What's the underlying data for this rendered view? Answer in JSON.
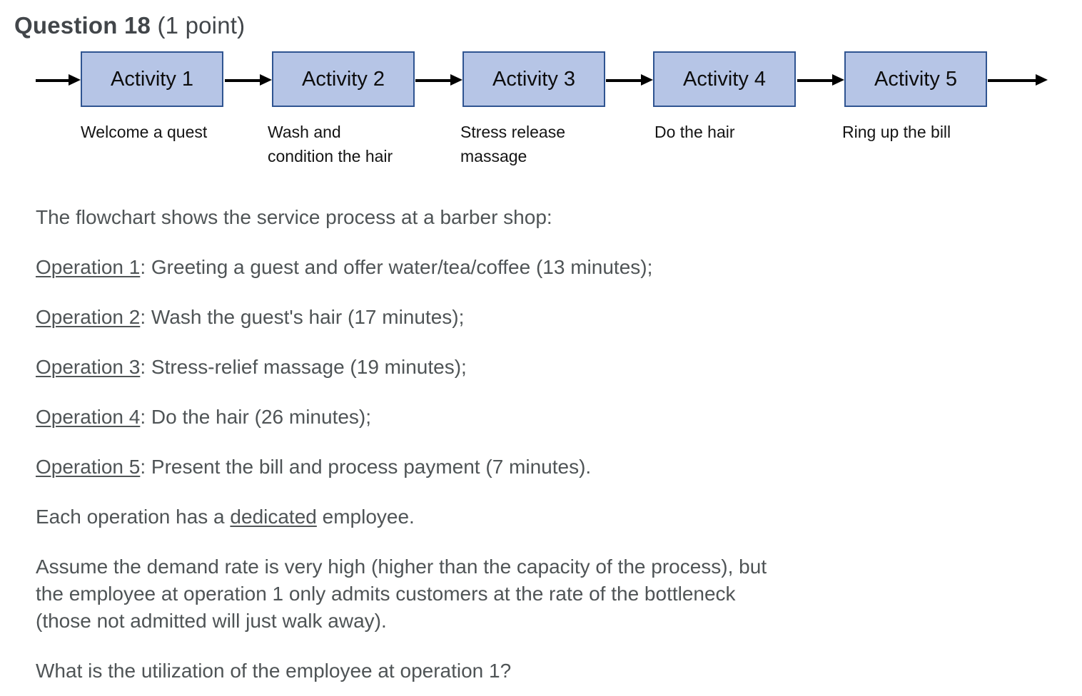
{
  "header": {
    "title": "Question 18",
    "points": "(1 point)"
  },
  "flowchart": {
    "colors": {
      "box_fill": "#b6c5e6",
      "box_border": "#2f5491",
      "arrow": "#000000"
    },
    "activities": [
      {
        "box_label": "Activity 1",
        "caption": [
          "Welcome a quest"
        ]
      },
      {
        "box_label": "Activity 2",
        "caption": [
          "Wash and",
          "condition the hair"
        ]
      },
      {
        "box_label": "Activity 3",
        "caption": [
          "Stress release",
          "massage"
        ]
      },
      {
        "box_label": "Activity 4",
        "caption": [
          "Do the hair"
        ]
      },
      {
        "box_label": "Activity 5",
        "caption": [
          "Ring up the bill"
        ]
      }
    ]
  },
  "body": {
    "intro": "The flowchart shows the service process at a barber shop:",
    "operations": [
      {
        "label": "Operation 1",
        "text": ": Greeting a guest and offer water/tea/coffee (13 minutes);"
      },
      {
        "label": "Operation 2",
        "text": ": Wash the guest's hair (17 minutes);"
      },
      {
        "label": "Operation 3",
        "text": ": Stress-relief massage (19 minutes);"
      },
      {
        "label": "Operation 4",
        "text": ": Do the hair (26 minutes);"
      },
      {
        "label": "Operation 5",
        "text": ": Present the bill and process payment (7 minutes)."
      }
    ],
    "dedicated": {
      "pre": "Each operation has a ",
      "underlined": "dedicated",
      "post": " employee."
    },
    "assume_lines": [
      "Assume the demand rate is very high (higher than the capacity of the process), but",
      "the employee at operation 1 only admits customers at the rate of the bottleneck",
      "(those not admitted will just walk away)."
    ],
    "question": "What is the utilization of the employee at operation 1?"
  }
}
